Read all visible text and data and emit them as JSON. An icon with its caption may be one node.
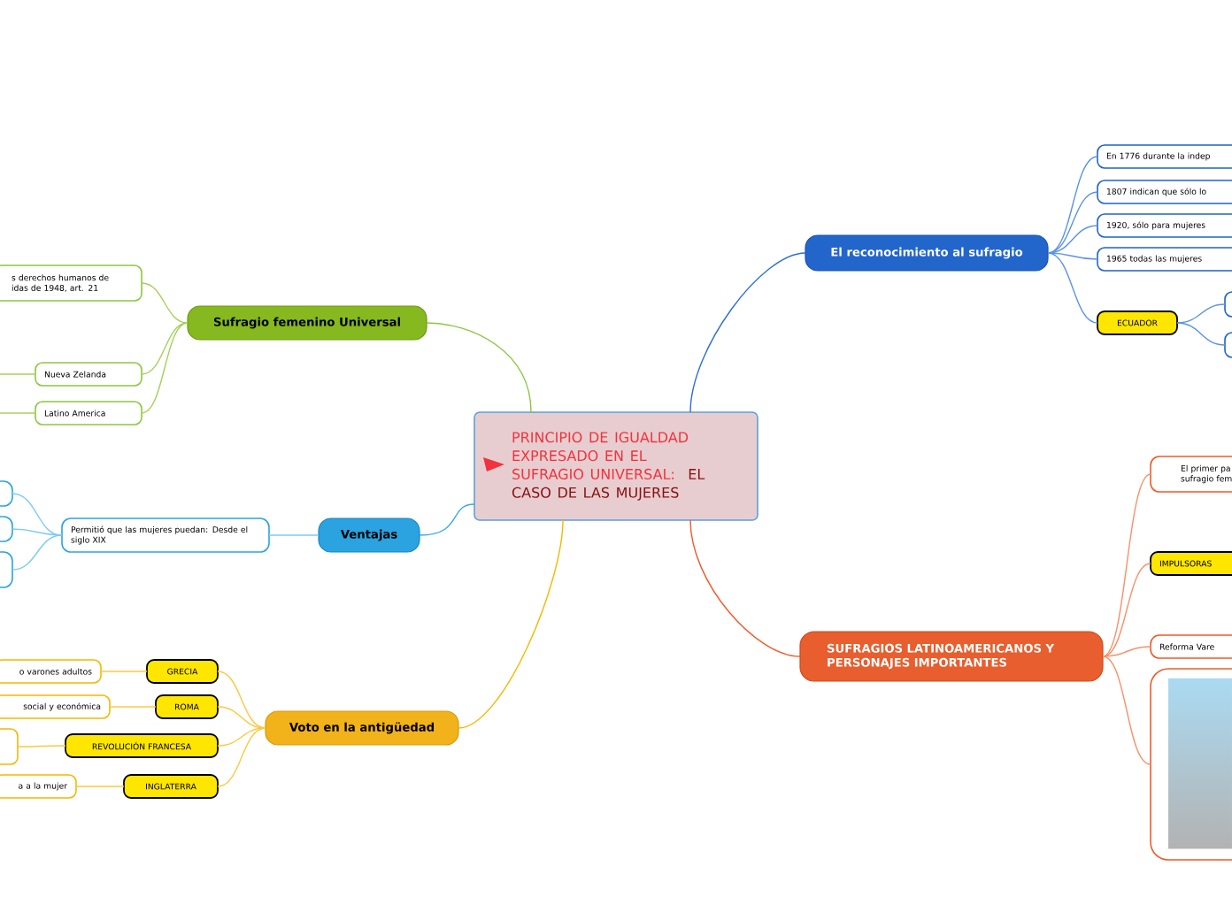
{
  "diagram": {
    "nodes": [
      {
        "text": [
          "PRINCIPIO DE IGUALDAD EXPRESADO EN EL SUFRAGIO UNIVERSAL:",
          "EL CASO DE LAS MUJERES"
        ]
      },
      {
        "text": [
          "Sufragio femenino Universal"
        ]
      },
      {
        "text": [
          "s derechos humanos de idas de 1948, art. 21"
        ]
      },
      {
        "text": [
          "Nueva Zelanda"
        ]
      },
      {
        "text": [
          "Latino America"
        ]
      },
      {
        "text": [
          "Ventajas"
        ]
      },
      {
        "text": [
          "Permitió que las mujeres puedan: Desde el siglo XIX"
        ]
      },
      {
        "text": [],
        "shape": "box"
      },
      {
        "text": [],
        "shape": "box"
      },
      {
        "text": [],
        "shape": "box"
      },
      {
        "text": [
          "Voto en la antigüedad"
        ]
      },
      {
        "text": [
          "GRECIA"
        ]
      },
      {
        "text": [
          "ROMA"
        ]
      },
      {
        "text": [
          "REVOLUCIÓN FRANCESA"
        ]
      },
      {
        "text": [
          "INGLATERRA"
        ]
      },
      {
        "text": [
          "o varones adultos"
        ]
      },
      {
        "text": [
          "social y económica"
        ]
      },
      {
        "text": [],
        "shape": "box"
      },
      {
        "text": [
          "a a la mujer"
        ]
      },
      {
        "text": [
          "El reconocimiento al sufragio"
        ]
      },
      {
        "text": [
          "En 1776 durante la indep"
        ]
      },
      {
        "text": [
          "1807 indican que sólo lo"
        ]
      },
      {
        "text": [
          "1920, sólo para mujeres"
        ]
      },
      {
        "text": [
          "1965 todas las mujeres"
        ]
      },
      {
        "text": [
          "ECUADOR"
        ]
      },
      {
        "text": [],
        "shape": "box"
      },
      {
        "text": [],
        "shape": "box"
      },
      {
        "text": [
          "SUFRAGIOS LATINOAMERICANOS Y PERSONAJES IMPORTANTES"
        ]
      },
      {
        "text": [
          "El primer pa sufragio fem"
        ]
      },
      {
        "text": [
          "IMPULSORAS"
        ]
      },
      {
        "text": [
          "Reforma Vare"
        ]
      },
      {
        "text": [],
        "shape": "picture"
      }
    ],
    "edges": [
      {
        "from": 0,
        "to": 1,
        "arrow": "none",
        "color": "#8cc63f"
      },
      {
        "from": 0,
        "to": 19,
        "arrow": "none",
        "color": "#2a6fd6"
      },
      {
        "from": 0,
        "to": 5,
        "arrow": "none",
        "color": "#3aa8e8"
      },
      {
        "from": 0,
        "to": 10,
        "arrow": "none",
        "color": "#f5b800"
      },
      {
        "from": 0,
        "to": 27,
        "arrow": "none",
        "color": "#f05a28"
      },
      {
        "from": 1,
        "to": 2,
        "arrow": "none",
        "color": "#a6d05a"
      },
      {
        "from": 1,
        "to": 3,
        "arrow": "none",
        "color": "#a6d05a"
      },
      {
        "from": 1,
        "to": 4,
        "arrow": "none",
        "color": "#a6d05a"
      },
      {
        "from": 3,
        "to": null,
        "arrow": "none",
        "color": "#a6d05a"
      },
      {
        "from": 4,
        "to": null,
        "arrow": "none",
        "color": "#a6d05a"
      },
      {
        "from": 5,
        "to": 6,
        "arrow": "none",
        "color": "#7ccbf0"
      },
      {
        "from": 6,
        "to": 7,
        "arrow": "none",
        "color": "#7ccbf0"
      },
      {
        "from": 6,
        "to": 8,
        "arrow": "none",
        "color": "#7ccbf0"
      },
      {
        "from": 6,
        "to": 9,
        "arrow": "none",
        "color": "#7ccbf0"
      },
      {
        "from": 10,
        "to": 11,
        "arrow": "none",
        "color": "#fbc840"
      },
      {
        "from": 10,
        "to": 12,
        "arrow": "none",
        "color": "#fbc840"
      },
      {
        "from": 10,
        "to": 13,
        "arrow": "none",
        "color": "#fbc840"
      },
      {
        "from": 10,
        "to": 14,
        "arrow": "none",
        "color": "#fbc840"
      },
      {
        "from": 11,
        "to": 15,
        "arrow": "none",
        "color": "#fbc840"
      },
      {
        "from": 12,
        "to": 16,
        "arrow": "none",
        "color": "#fbc840"
      },
      {
        "from": 13,
        "to": 17,
        "arrow": "none",
        "color": "#fbc840"
      },
      {
        "from": 14,
        "to": 18,
        "arrow": "none",
        "color": "#fbc840"
      },
      {
        "from": 19,
        "to": 20,
        "arrow": "none",
        "color": "#5b93e6"
      },
      {
        "from": 19,
        "to": 21,
        "arrow": "none",
        "color": "#5b93e6"
      },
      {
        "from": 19,
        "to": 22,
        "arrow": "none",
        "color": "#5b93e6"
      },
      {
        "from": 19,
        "to": 23,
        "arrow": "none",
        "color": "#5b93e6"
      },
      {
        "from": 19,
        "to": 24,
        "arrow": "none",
        "color": "#5b93e6"
      },
      {
        "from": 24,
        "to": 25,
        "arrow": "none",
        "color": "#5b93e6"
      },
      {
        "from": 24,
        "to": 26,
        "arrow": "none",
        "color": "#5b93e6"
      },
      {
        "from": 27,
        "to": 28,
        "arrow": "none",
        "color": "#f7916a"
      },
      {
        "from": 27,
        "to": 29,
        "arrow": "none",
        "color": "#f7916a"
      },
      {
        "from": 27,
        "to": 30,
        "arrow": "none",
        "color": "#f7916a"
      },
      {
        "from": 27,
        "to": 31,
        "arrow": "none",
        "color": "#f7916a"
      }
    ]
  }
}
